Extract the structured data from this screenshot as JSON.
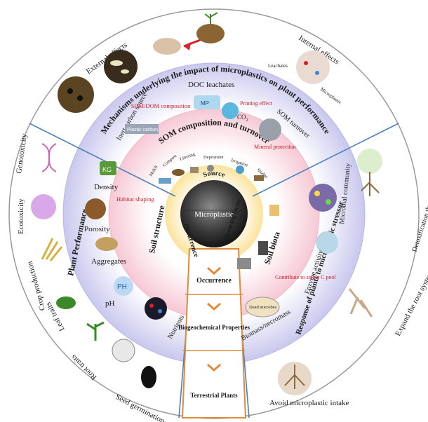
{
  "center": {
    "title": "Microplastic"
  },
  "inner_ring": {
    "source": "Source",
    "occurrence": "Occurrence",
    "influencing": "Influencing factor"
  },
  "inner_sources": [
    "Mulch",
    "Compost",
    "Littering",
    "Deposition",
    "Irrigation",
    "Sludge"
  ],
  "pink_ring": {
    "som": "SOM composition and turnover",
    "soil_structure": "Soil structure",
    "soil_biota": "Soil biota"
  },
  "blue_ring": {
    "mechanisms": "Mechanisms underlying the impact of microplastics on plant performance",
    "plant_performance": "Plant Performance",
    "response": "Response of plants to microplastic stressor"
  },
  "top_segment": {
    "external_effects": "External effects",
    "internal_effects": "Internal effects",
    "doc_leachates": "DOC leachates",
    "inert_carbon": "Inert carbon source",
    "som_doc": "SOM/DOM composition",
    "priming": "Priming effect",
    "co2": "CO",
    "co2_sub": "2",
    "som_turnover": "SOM turnover",
    "plastic_carbon": "Plastic carbon",
    "mineral": "Mineral protection",
    "leachates": "Leachates",
    "microplastic_small": "Microplastic",
    "mp_badge": "MP"
  },
  "left_segment": {
    "genotoxicity": "Genotoxicity",
    "ecotoxicity": "Ecotoxicity",
    "crop_production": "Crop production",
    "leaf_traits": "Leaf traits",
    "root_traits": "Root traits",
    "seed_germination": "Seed germination",
    "density": "Density",
    "kg": "KG",
    "porosity": "Porosity",
    "habitat": "Habitat shaping",
    "aggregates": "Aggregates",
    "ph_badge": "PH",
    "ph": "pH",
    "nutrients": "Nutrients"
  },
  "right_segment": {
    "detox": "Detoxification through enzyme activity",
    "expand_root": "Expand the root system",
    "avoid": "Avoid microplastic intake",
    "microbial": "Microbial community",
    "enzyme": "Enzyme activity",
    "biomass": "Biomass/necromass",
    "stable_c": "Contribute to stable C pool",
    "dead_microbes": "Dead microbes"
  },
  "funnel": [
    "Occurrence",
    "Biogeochemical Properties",
    "Terrestrial Plants"
  ],
  "colors": {
    "outer_ring": "#ffffff",
    "blue_ring": "#c9c8ee",
    "pink_ring": "#f6c8d4",
    "yellow_ring": "#fbe9a0",
    "funnel": "#e08a3a",
    "divider": "#4a7fc0"
  }
}
